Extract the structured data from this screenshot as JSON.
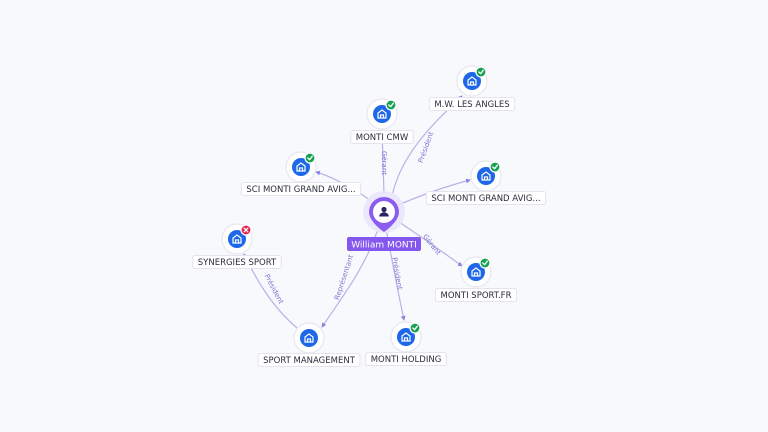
{
  "colors": {
    "accent": "#8c5cf2",
    "company_node": "#1d67e8",
    "status_active": "#1aa053",
    "status_closed": "#e5254e",
    "edge": "#b7b3e6",
    "edge_label": "#7f76d3"
  },
  "center": {
    "name": "William MONTI",
    "icon": "person-icon"
  },
  "nodes": [
    {
      "id": "n1",
      "label": "MONTI CMW",
      "status": "active",
      "icon": "company-icon"
    },
    {
      "id": "n2",
      "label": "M.W. LES ANGLES",
      "status": "active",
      "icon": "company-icon"
    },
    {
      "id": "n3",
      "label": "SCI MONTI GRAND AVIG...",
      "status": "active",
      "icon": "company-icon"
    },
    {
      "id": "n4",
      "label": "SCI MONTI GRAND AVIG...",
      "status": "active",
      "icon": "company-icon"
    },
    {
      "id": "n5",
      "label": "SYNERGIES SPORT",
      "status": "closed",
      "icon": "company-icon"
    },
    {
      "id": "n6",
      "label": "MONTI SPORT.FR",
      "status": "active",
      "icon": "company-icon"
    },
    {
      "id": "n7",
      "label": "SPORT MANAGEMENT",
      "status": "none",
      "icon": "company-icon"
    },
    {
      "id": "n8",
      "label": "MONTI HOLDING",
      "status": "active",
      "icon": "company-icon"
    }
  ],
  "edges": [
    {
      "from": "center",
      "to": "n1",
      "label": "Gérant"
    },
    {
      "from": "center",
      "to": "n2",
      "label": "Président"
    },
    {
      "from": "center",
      "to": "n3",
      "label": ""
    },
    {
      "from": "center",
      "to": "n4",
      "label": ""
    },
    {
      "from": "center",
      "to": "n6",
      "label": "Gérant"
    },
    {
      "from": "center",
      "to": "n8",
      "label": "Président"
    },
    {
      "from": "center",
      "to": "n7",
      "label": "Représentant"
    },
    {
      "from": "n7",
      "to": "n5",
      "label": "Président"
    }
  ]
}
